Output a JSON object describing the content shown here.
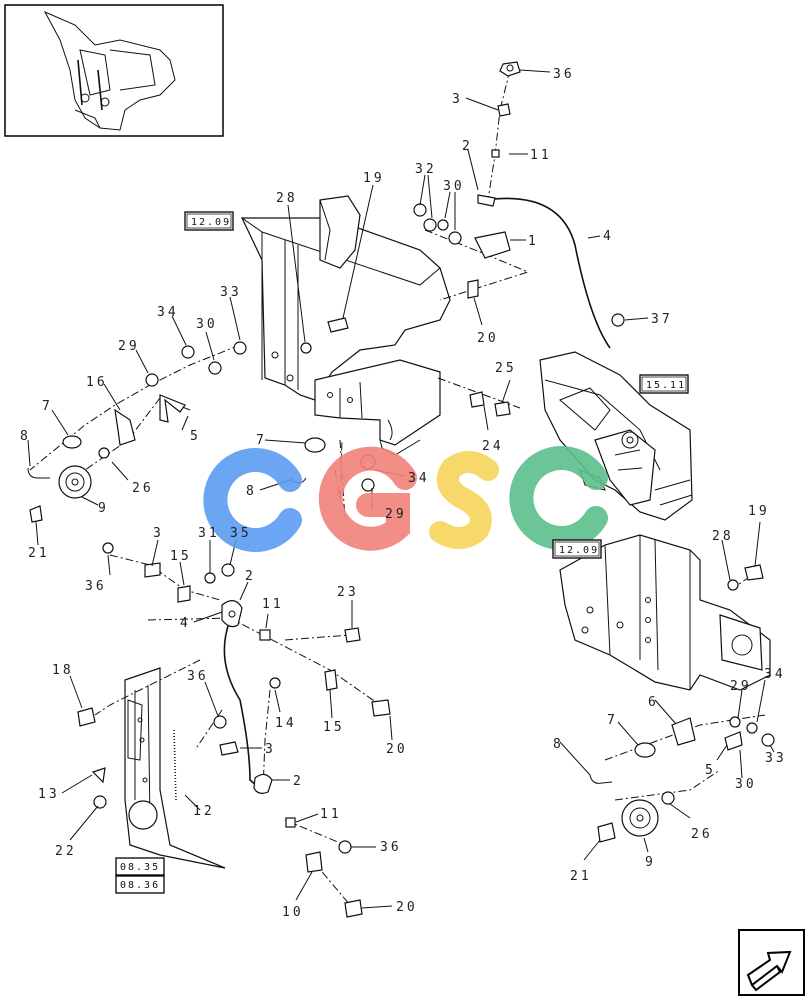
{
  "callouts": {
    "c36a": "36",
    "c3a": "3",
    "c11a": "11",
    "c2a": "2",
    "c32": "32",
    "c30a": "30",
    "c1": "1",
    "c4a": "4",
    "c37": "37",
    "c20a": "20",
    "c28a": "28",
    "c19a": "19",
    "c34a": "34",
    "c33a": "33",
    "c30b": "30",
    "c29a": "29",
    "c16": "16",
    "c7a": "7",
    "c5a": "5",
    "c8a": "8",
    "c26a": "26",
    "c9a": "9",
    "c21a": "21",
    "c25": "25",
    "c24": "24",
    "c7b": "7",
    "c8b": "8",
    "c34b": "34",
    "c29b": "29",
    "c3b": "3",
    "c31": "31",
    "c35": "35",
    "c15a": "15",
    "c2b": "2",
    "c36b": "36",
    "c4b": "4",
    "c11b": "11",
    "c23": "23",
    "c18": "18",
    "c36c": "36",
    "c14": "14",
    "c15b": "15",
    "c20b": "20",
    "c3c": "3",
    "c2c": "2",
    "c13": "13",
    "c22": "22",
    "c12": "12",
    "c11c": "11",
    "c36d": "36",
    "c10": "10",
    "c20c": "20",
    "c19b": "19",
    "c28b": "28",
    "c29c": "29",
    "c34c": "34",
    "c6": "6",
    "c7c": "7",
    "c33b": "33",
    "c30c": "30",
    "c8c": "8",
    "c5b": "5",
    "c26b": "26",
    "c21b": "21",
    "c9b": "9"
  },
  "refs": {
    "r1209a": "12.09",
    "r1511": "15.11",
    "r1209b": "12.09",
    "r0835": "08.35",
    "r0836": "08.36"
  },
  "watermark": {
    "letters": [
      "C",
      "G",
      "S",
      "C"
    ],
    "colors": [
      "#5b9cf2",
      "#f2827a",
      "#f7d45a",
      "#5cbf8c"
    ]
  }
}
